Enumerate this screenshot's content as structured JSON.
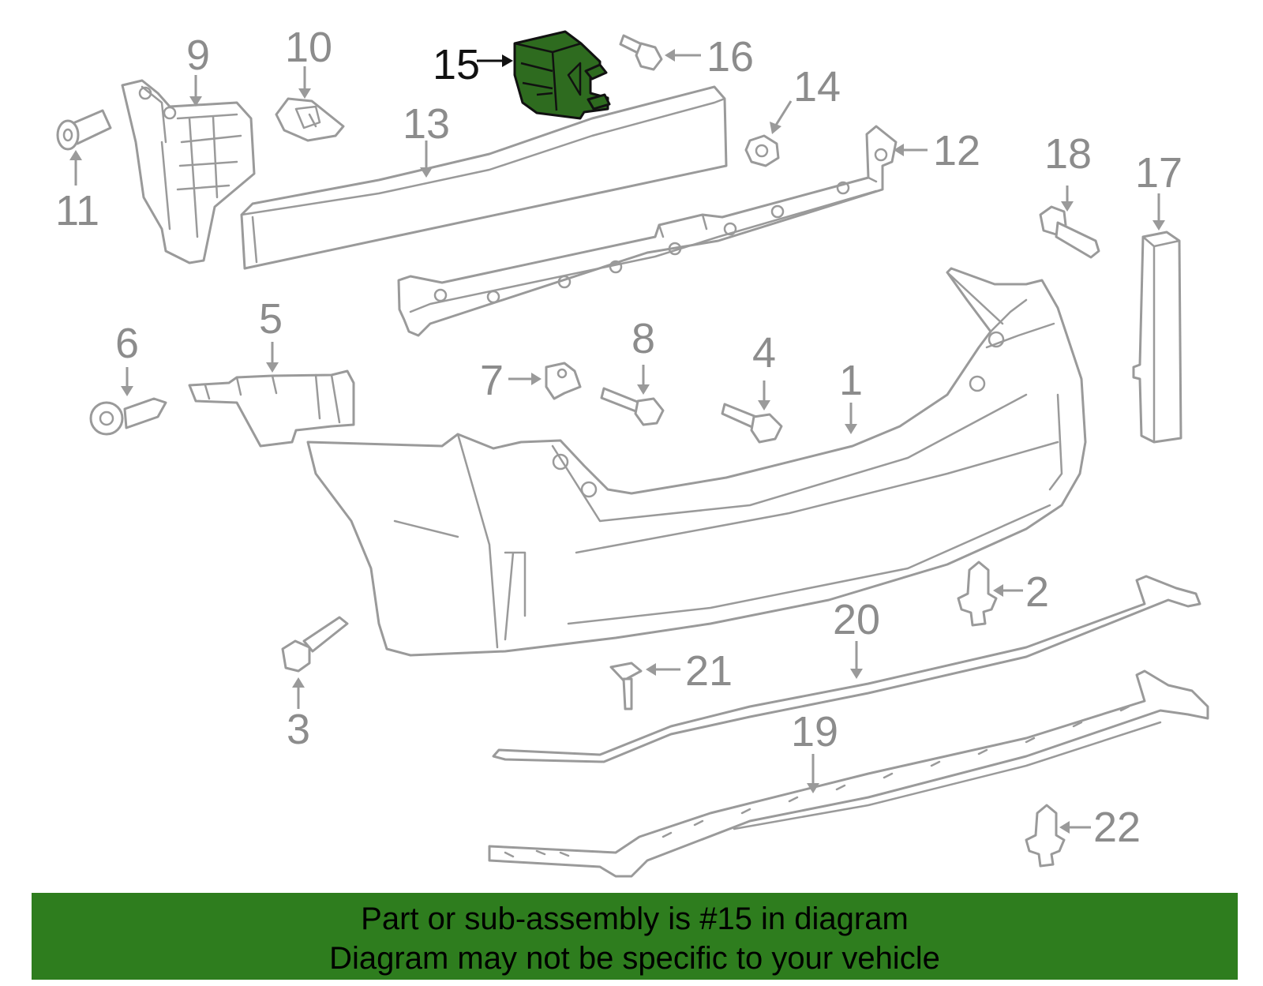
{
  "diagram": {
    "highlighted_part": "15",
    "callouts": [
      {
        "id": "c1",
        "label": "1"
      },
      {
        "id": "c2",
        "label": "2"
      },
      {
        "id": "c3",
        "label": "3"
      },
      {
        "id": "c4",
        "label": "4"
      },
      {
        "id": "c5",
        "label": "5"
      },
      {
        "id": "c6",
        "label": "6"
      },
      {
        "id": "c7",
        "label": "7"
      },
      {
        "id": "c8",
        "label": "8"
      },
      {
        "id": "c9",
        "label": "9"
      },
      {
        "id": "c10",
        "label": "10"
      },
      {
        "id": "c11",
        "label": "11"
      },
      {
        "id": "c12",
        "label": "12"
      },
      {
        "id": "c13",
        "label": "13"
      },
      {
        "id": "c14",
        "label": "14"
      },
      {
        "id": "c15",
        "label": "15"
      },
      {
        "id": "c16",
        "label": "16"
      },
      {
        "id": "c17",
        "label": "17"
      },
      {
        "id": "c18",
        "label": "18"
      },
      {
        "id": "c19",
        "label": "19"
      },
      {
        "id": "c20",
        "label": "20"
      },
      {
        "id": "c21",
        "label": "21"
      },
      {
        "id": "c22",
        "label": "22"
      }
    ]
  },
  "caption": {
    "line1": "Part or sub-assembly is #15 in diagram",
    "line2": "Diagram may not be specific to your vehicle"
  },
  "colors": {
    "highlight_part": "#2e6b1f",
    "banner": "#2e7d1e",
    "line_art": "#9a9a9a"
  }
}
